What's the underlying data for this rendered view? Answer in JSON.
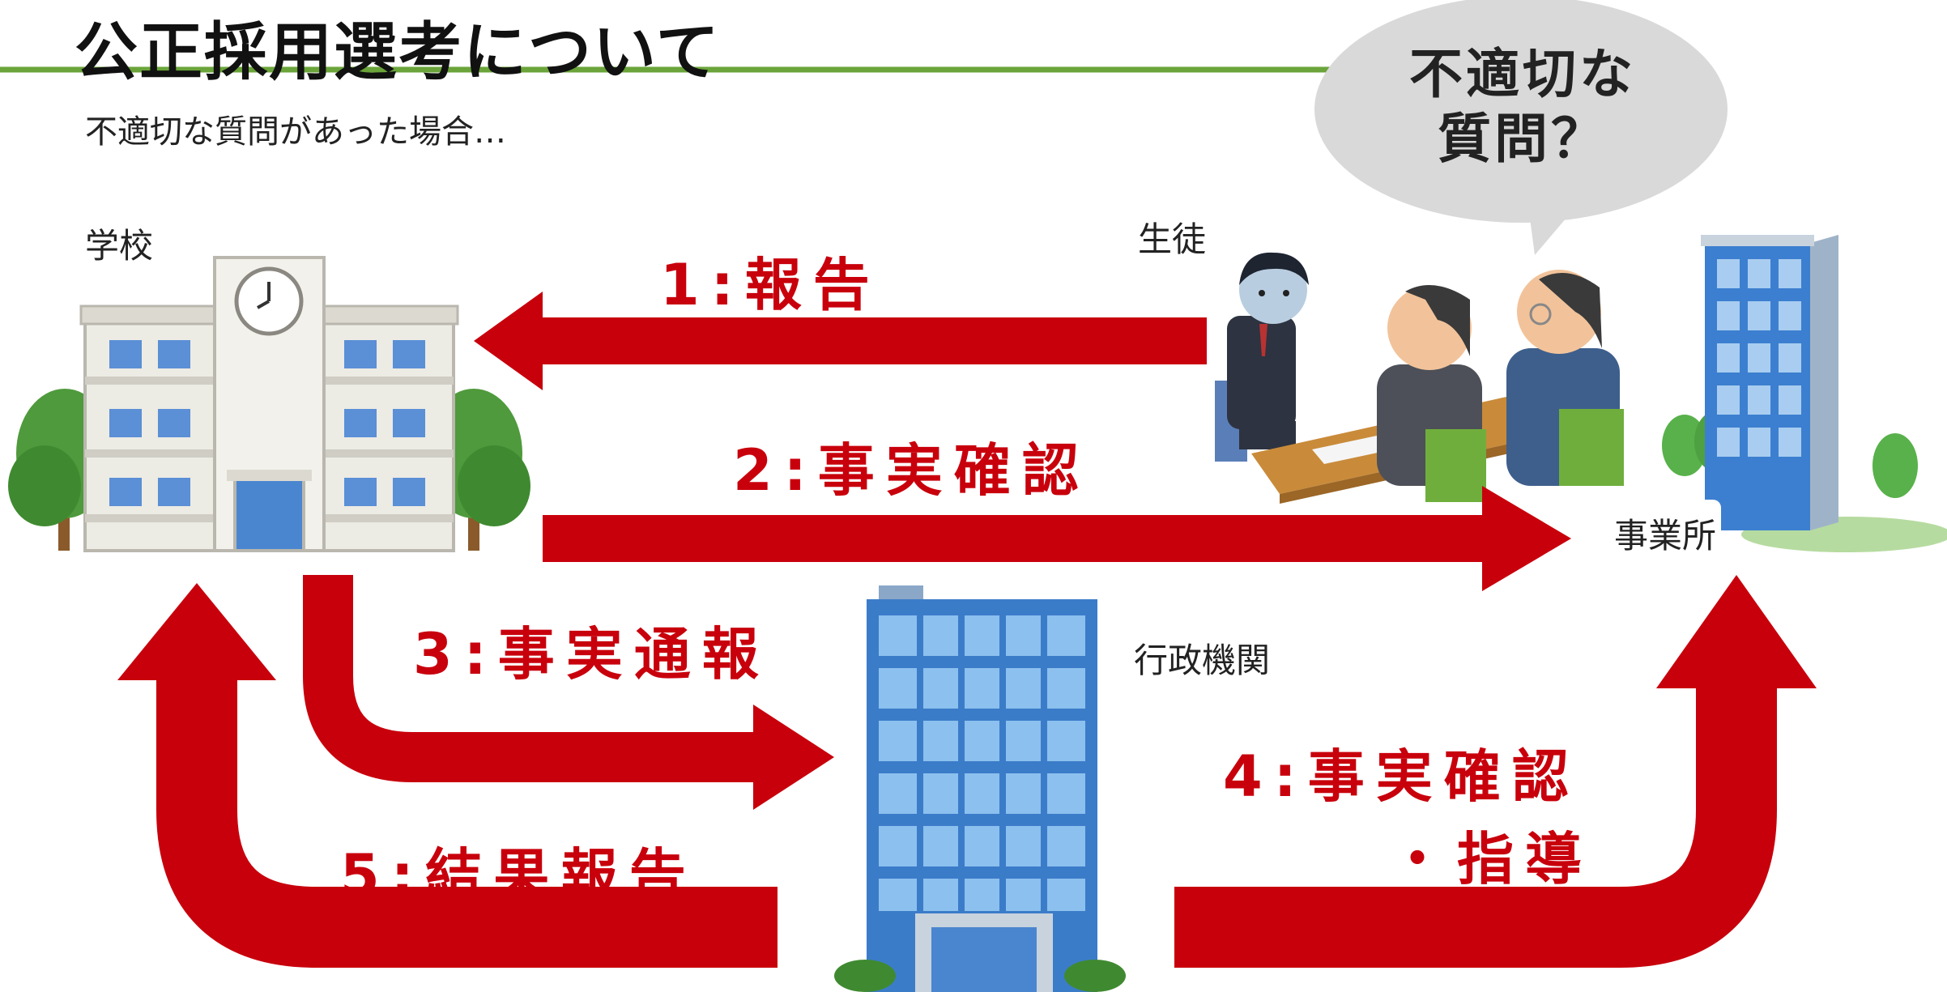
{
  "title": "公正採用選考について",
  "subtitle": "不適切な質問があった場合…",
  "labels": {
    "school": "学校",
    "student": "生徒",
    "office": "事業所",
    "government": "行政機関"
  },
  "bubble": {
    "line1": "不適切な",
    "line2": "質問？"
  },
  "steps": {
    "step1": "1:報告",
    "step2": "2:事実確認",
    "step3": "3:事実通報",
    "step4_line1": "4:事実確認",
    "step4_line2": "・指導",
    "step5": "5:結果報告"
  },
  "colors": {
    "title_rule": "#6aa43a",
    "arrow": "#c8000c",
    "bubble": "#d9d9d9"
  }
}
